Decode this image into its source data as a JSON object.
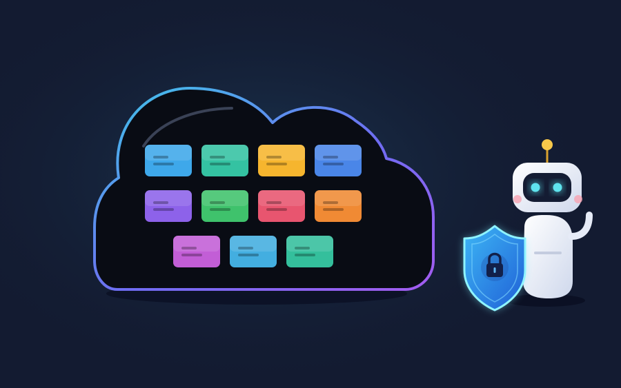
{
  "scene": {
    "background_color": "#131b31",
    "glow_color": "#1c3a57",
    "cloud": {
      "fill": "#090c14",
      "gradient_colors": [
        "#3ec6e8",
        "#6f6cf2",
        "#a35cf0"
      ]
    },
    "app_tiles": [
      {
        "name": "tile-blue",
        "color": "#3ea8ea"
      },
      {
        "name": "tile-teal",
        "color": "#34c2a2"
      },
      {
        "name": "tile-yellow",
        "color": "#f6b52e"
      },
      {
        "name": "tile-indigo",
        "color": "#4a86e8"
      },
      {
        "name": "tile-purple",
        "color": "#8d62ea"
      },
      {
        "name": "tile-green",
        "color": "#3fc26c"
      },
      {
        "name": "tile-pink",
        "color": "#e8556f"
      },
      {
        "name": "tile-orange",
        "color": "#f08a34"
      },
      {
        "name": "tile-magenta",
        "color": "#c25ed6"
      },
      {
        "name": "tile-sky",
        "color": "#43aee0"
      },
      {
        "name": "tile-mint",
        "color": "#34bf9c"
      }
    ],
    "robot": {
      "body_color": "#eef2fb",
      "visor_color": "#141c33",
      "eye_color": "#5fe3ee",
      "cheek_color": "#f7a3b2",
      "antenna_color": "#f7c84a"
    },
    "shield": {
      "color": "#2a8fe6",
      "edge_color": "#7ff0ff",
      "icon": "lock-icon"
    }
  }
}
